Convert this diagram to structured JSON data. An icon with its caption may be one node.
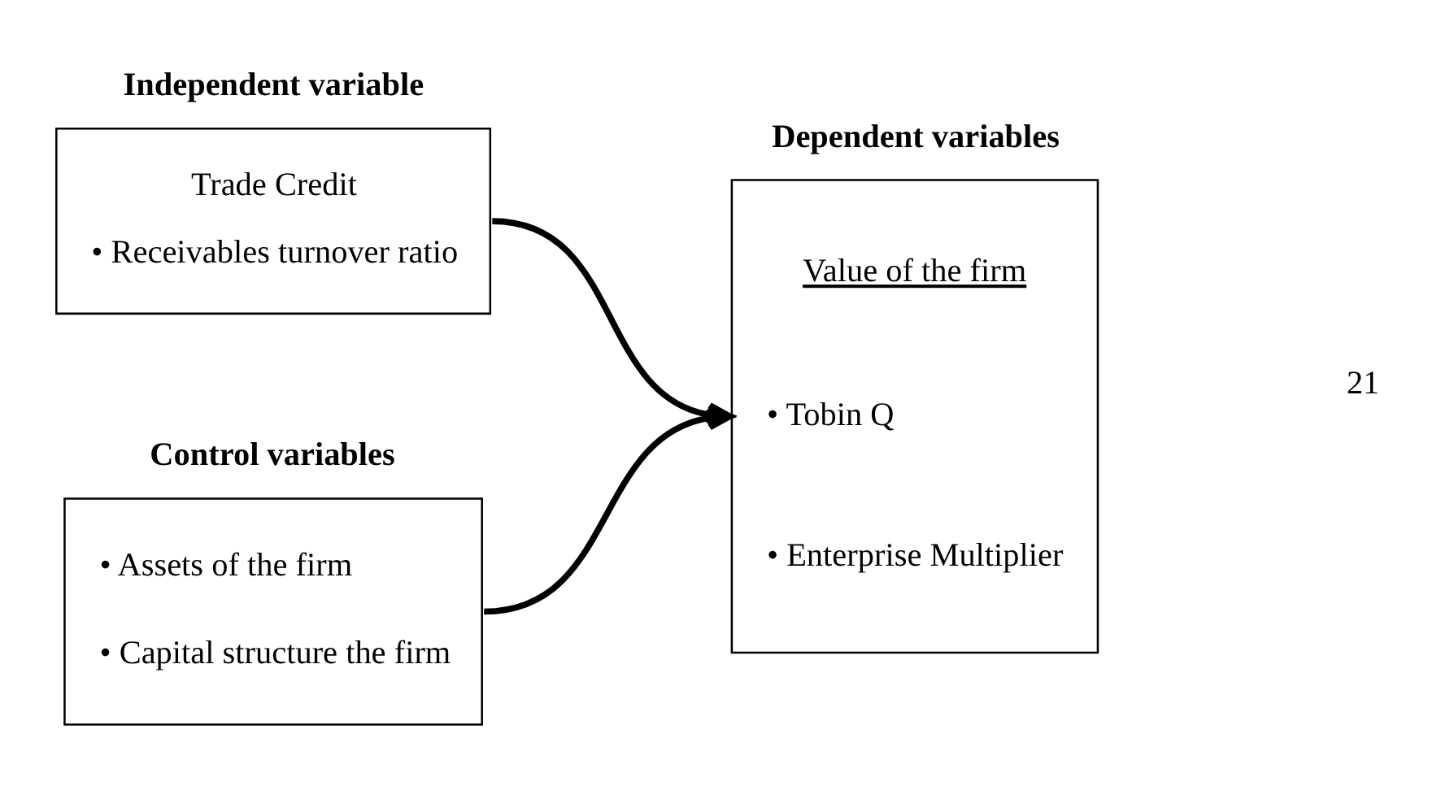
{
  "diagram": {
    "nodes": [
      {
        "text": [
          "Independent variable",
          "Trade Credit",
          "• Receivables turnover ratio"
        ]
      },
      {
        "text": [
          "Control variables",
          "• Assets of the firm",
          "• Capital structure the firm"
        ]
      },
      {
        "text": [
          "Dependent variables",
          "Value of the firm",
          "• Tobin Q",
          "• Enterprise Multiplier"
        ]
      }
    ],
    "edges": [
      {
        "from": 0,
        "to": 2,
        "arrow": "to"
      },
      {
        "from": 1,
        "to": 2,
        "arrow": "to"
      }
    ],
    "labels": [
      "21"
    ]
  }
}
